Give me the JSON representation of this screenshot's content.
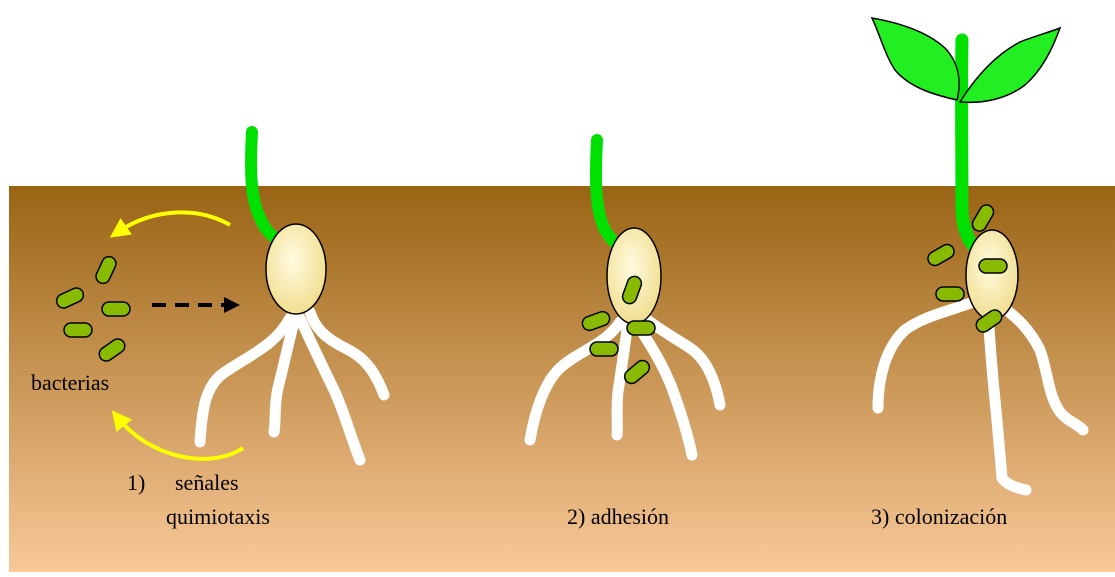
{
  "labels": {
    "bacterias": "bacterias",
    "stage1_number": "1)",
    "stage1_line1": "señales",
    "stage1_line2": "quimiotaxis",
    "stage2": "2) adhesión",
    "stage3": "3) colonización"
  },
  "colors": {
    "soil_top": "#9a6414",
    "soil_bottom": "#f8c898",
    "stem": "#00e000",
    "leaf": "#22ee22",
    "seed": "#f3e59a",
    "root": "#ffffff",
    "bacteria": "#88bb00",
    "signal_arrow": "#ffff00",
    "chemotaxis_arrow": "#000000"
  }
}
